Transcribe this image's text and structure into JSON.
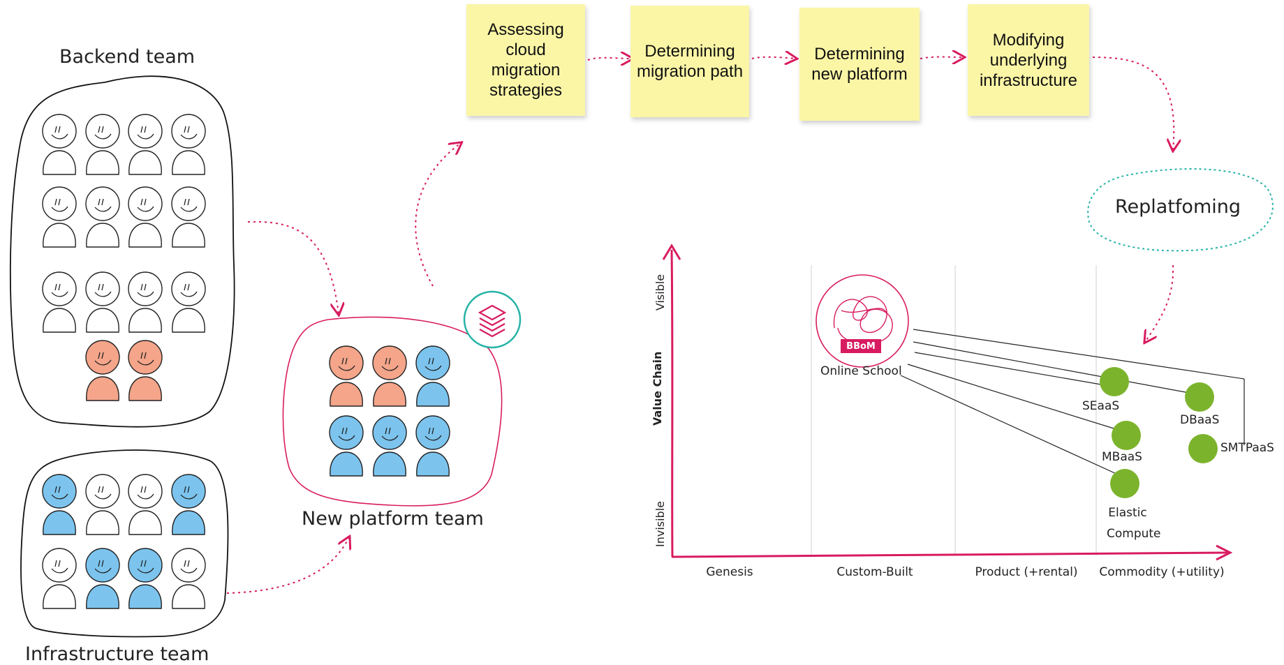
{
  "teams": {
    "backend_label": "Backend team",
    "infrastructure_label": "Infrastructure team",
    "new_platform_label": "New platform team"
  },
  "steps": [
    {
      "label": "Assessing cloud migration strategies"
    },
    {
      "label": "Determining migration path"
    },
    {
      "label": "Determining new platform"
    },
    {
      "label": "Modifying underlying infrastructure"
    }
  ],
  "replatforming_label": "Replatfoming",
  "wardley_map": {
    "y_axis_label": "Value Chain",
    "y_top_label": "Visible",
    "y_bottom_label": "Invisible",
    "stages": [
      "Genesis",
      "Custom-Built",
      "Product (+rental)",
      "Commodity (+utility)"
    ],
    "anchor": {
      "name": "Online School",
      "badge": "BBoM"
    },
    "components": [
      {
        "name": "SEaaS"
      },
      {
        "name": "MBaaS"
      },
      {
        "name": "Elastic Compute"
      },
      {
        "name": "DBaaS"
      },
      {
        "name": "SMTPaaS"
      }
    ]
  },
  "colors": {
    "accent_pink": "#d81b60",
    "teal": "#26b3a8",
    "sticky_yellow": "#fbf6a6",
    "person_orange": "#f4a58a",
    "person_blue": "#7cc4ee",
    "component_green": "#7cb32c",
    "grid_gray": "#d9d9d9"
  },
  "icons": [
    "person-icon",
    "layers-icon",
    "bbom-scribble-icon"
  ]
}
